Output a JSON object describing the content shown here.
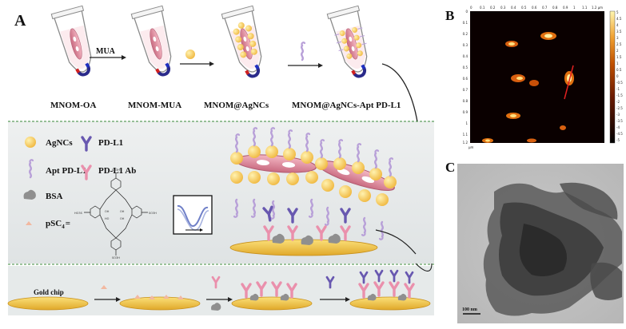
{
  "panels": {
    "a": "A",
    "b": "B",
    "c": "C"
  },
  "steps": [
    {
      "label": "MNOM-OA"
    },
    {
      "label": "MNOM-MUA"
    },
    {
      "label": "MNOM@AgNCs"
    },
    {
      "label": "MNOM@AgNCs-Apt PD-L1"
    }
  ],
  "arrow_reagent": "MUA",
  "legend": {
    "agncs": "AgNCs",
    "pdl1": "PD-L1",
    "apt": "Apt PD-L1",
    "pdl1ab": "PD-L1 Ab",
    "bsa": "BSA",
    "psc4": "pSC",
    "psc4_sub": "4",
    "psc4_eq": "="
  },
  "bottom": {
    "gold_chip": "Gold chip"
  },
  "afm": {
    "x_ticks": [
      "0",
      "0.1",
      "0.2",
      "0.3",
      "0.4",
      "0.5",
      "0.6",
      "0.7",
      "0.8",
      "0.9",
      "1",
      "1.1",
      "1.2 μm"
    ],
    "y_ticks": [
      "0",
      "0.1",
      "0.2",
      "0.3",
      "0.4",
      "0.5",
      "0.6",
      "0.7",
      "0.8",
      "0.9",
      "1",
      "1.1",
      "1.2"
    ],
    "y_unit": "μm",
    "cbar_ticks": [
      "5",
      "4.5",
      "4",
      "3.5",
      "3",
      "2.5",
      "2",
      "1.5",
      "1",
      "0.5",
      "0",
      "-0.5",
      "-1",
      "-1.5",
      "-2",
      "-2.5",
      "-3",
      "-3.5",
      "-4",
      "-4.5",
      "-5"
    ],
    "colors": {
      "low": "#000000",
      "mid": "#b84a00",
      "high": "#fff2a0"
    }
  },
  "tem": {
    "scale_bar": "100 nm"
  },
  "colors": {
    "divider": "#3a8a3a",
    "gold": "#f2c84b",
    "pink": "#e8a0b0",
    "purple": "#7b6fb8",
    "gray": "#909090",
    "tube_bg": "#fbe0e6",
    "red_arrow": "#e02020"
  }
}
